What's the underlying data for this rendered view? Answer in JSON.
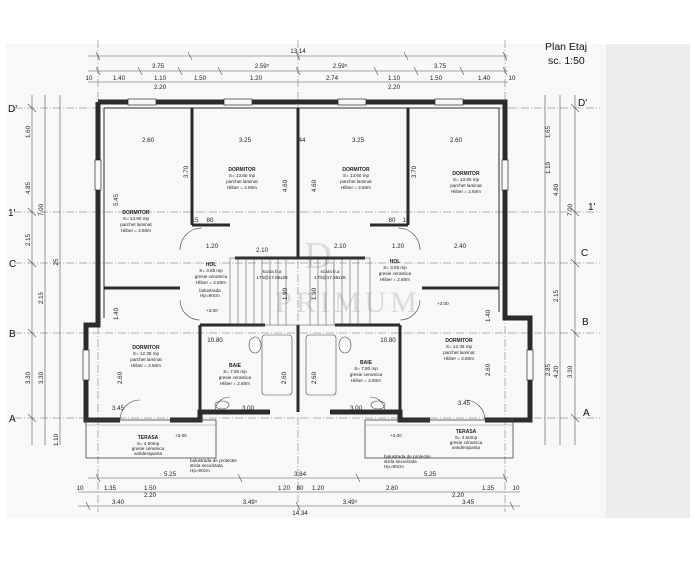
{
  "header": {
    "title_fragment": "Plan Etaj",
    "scale": "sc. 1:50"
  },
  "watermark": {
    "monogram": "D",
    "text": "PRIMUM"
  },
  "grid_labels": {
    "left": [
      "D'",
      "1'",
      "C",
      "B",
      "A"
    ],
    "right": [
      "D'",
      "1'",
      "C",
      "B",
      "A"
    ]
  },
  "top_dims": {
    "row1": [
      "13.14"
    ],
    "row2": [
      "3.75",
      "2.59⁵",
      "2.59⁵",
      "3.75"
    ],
    "row3": [
      "10",
      "1.40",
      "1.10",
      "1.50",
      "1.20",
      "2.74",
      "1.10",
      "1.50",
      "1.40",
      "10"
    ],
    "row4": [
      "2.20",
      "2.20"
    ]
  },
  "bottom_dims": {
    "row1": [
      "5.25",
      "3.84",
      "5.25"
    ],
    "row2": [
      "10",
      "1.35",
      "1.50",
      "1.20",
      "80",
      "1.20",
      "2.80",
      "1.35",
      "10"
    ],
    "row3": [
      "2.20",
      "2.20"
    ],
    "row4": [
      "3.40",
      "3.49⁵",
      "3.49⁵",
      "3.45"
    ],
    "row5": [
      "14.34"
    ]
  },
  "left_dims": [
    "1.60",
    "4.85",
    "7.00",
    "2.15",
    "25",
    "2.15",
    "3.30",
    "1.10",
    "3.30"
  ],
  "right_dims": [
    "1.65",
    "1.10",
    "4.80",
    "7.00",
    "2.15",
    "2.85",
    "4.20",
    "3.30"
  ],
  "rooms": [
    {
      "name": "DORMITOR",
      "area": "S= 13.60 mp",
      "floor": "parchet laminat",
      "height": "Hliber = 2.60m"
    },
    {
      "name": "DORMITOR",
      "area": "S= 13.60 mp",
      "floor": "parchet laminat",
      "height": "Hliber = 2.60m"
    },
    {
      "name": "DORMITOR",
      "area": "S= 13.60 mp",
      "floor": "parchet laminat",
      "height": "Hliber = 2.60m"
    },
    {
      "name": "DORMITOR",
      "area": "S= 13.60 mp",
      "floor": "parchet laminat",
      "height": "Hliber = 2.60m"
    },
    {
      "name": "HOL",
      "area": "S= 3.65 mp",
      "floor": "gresie ceramica",
      "height": "Hliber = 2.60m"
    },
    {
      "name": "HOL",
      "area": "S= 3.65 mp",
      "floor": "gresie ceramica",
      "height": "Hliber = 2.60m"
    },
    {
      "name": "DORMITOR",
      "area": "S= 12.35 mp",
      "floor": "parchet laminat",
      "height": "Hliber = 2.60m"
    },
    {
      "name": "BAIE",
      "area": "S= 7.80 mp",
      "floor": "gresie ceramica",
      "height": "Hliber = 2.60m"
    },
    {
      "name": "BAIE",
      "area": "S= 7.80 mp",
      "floor": "gresie ceramica",
      "height": "Hliber = 2.60m"
    },
    {
      "name": "DORMITOR",
      "area": "S= 12.35 mp",
      "floor": "parchet laminat",
      "height": "Hliber = 2.60m"
    },
    {
      "name": "TERASA",
      "area": "S= 4.50mp",
      "floor": "gresie ceramica",
      "height": "antiderapanta"
    },
    {
      "name": "TERASA",
      "area": "S= 4.50mp",
      "floor": "gresie ceramica",
      "height": "antiderapanta"
    }
  ],
  "stair_labels": [
    "scara b.a",
    "17h@17.65x28",
    "scara b.a",
    "17h@17.65x28"
  ],
  "balustrade": {
    "label": "balustrada",
    "height": "Hp=90cm"
  },
  "protection_labels": [
    {
      "l1": "balustrada de protectie",
      "l2": "sticla securizata",
      "l3": "Hp=90cm"
    },
    {
      "l1": "balustrada de protectie",
      "l2": "sticla securizata",
      "l3": "Hp=90cm"
    }
  ],
  "level_marks": [
    "+3.00",
    "+3.00",
    "+3.00",
    "+3.00"
  ],
  "interior_dims": [
    "2.60",
    "3.25",
    "44",
    "3.25",
    "2.60",
    "3.70",
    "4.60",
    "4.60",
    "3.70",
    "5.45",
    "2.10",
    "2.10",
    "2.40",
    "1.20",
    "1.20",
    "1.90",
    "1.90",
    "15",
    "80",
    "80",
    "15",
    "2.60",
    "2.60",
    "2.60",
    "2.60",
    "3.00",
    "3.00",
    "3.45",
    "3.45",
    "10.80",
    "10.80",
    "1.40",
    "1.40"
  ],
  "colors": {
    "wall": "#2b2b2b",
    "line": "#444444",
    "paper": "#f7f7f5"
  }
}
